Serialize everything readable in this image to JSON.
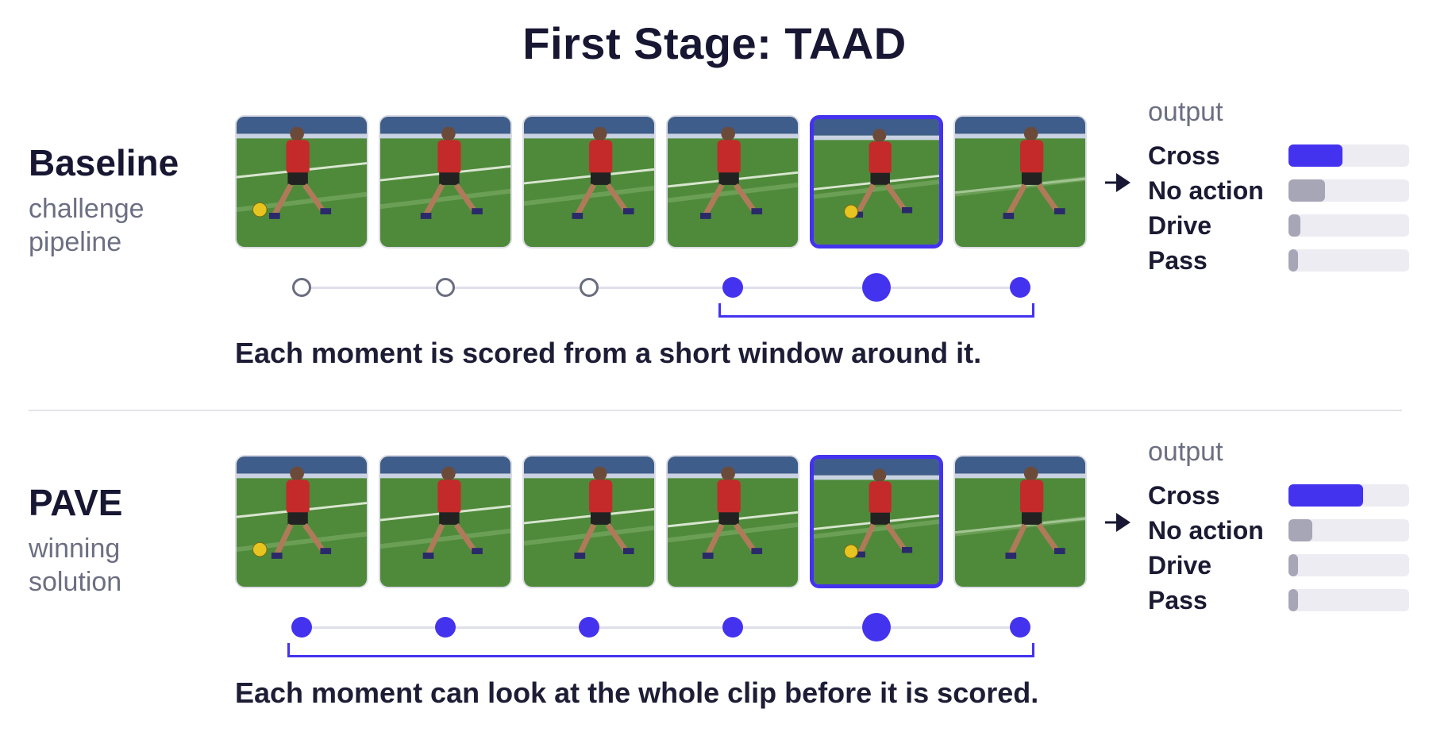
{
  "title": "First Stage: TAAD",
  "colors": {
    "accent": "#4433ee",
    "gray_bar": "#a7a6b6",
    "track": "#ececf2",
    "open_dot": "#6a6d80"
  },
  "sections": [
    {
      "name": "Baseline",
      "subtitle_lines": [
        "challenge",
        "pipeline"
      ],
      "frames": [
        "frame-1",
        "frame-2",
        "frame-3",
        "frame-4",
        "frame-5",
        "frame-6"
      ],
      "selected_frame": 4,
      "dots": [
        "open",
        "open",
        "open",
        "filled",
        "filled-large",
        "filled"
      ],
      "bracket_range": [
        3,
        5
      ],
      "caption": "Each moment is scored from a short window around it.",
      "output_heading": "output",
      "outputs": [
        {
          "label": "Cross",
          "value": 0.45,
          "color": "accent"
        },
        {
          "label": "No action",
          "value": 0.3,
          "color": "gray"
        },
        {
          "label": "Drive",
          "value": 0.1,
          "color": "gray"
        },
        {
          "label": "Pass",
          "value": 0.08,
          "color": "gray"
        }
      ]
    },
    {
      "name": "PAVE",
      "subtitle_lines": [
        "winning",
        "solution"
      ],
      "frames": [
        "frame-1",
        "frame-2",
        "frame-3",
        "frame-4",
        "frame-5",
        "frame-6"
      ],
      "selected_frame": 4,
      "dots": [
        "filled",
        "filled",
        "filled",
        "filled",
        "filled-large",
        "filled"
      ],
      "bracket_range": [
        0,
        5
      ],
      "caption": "Each moment can look at the whole clip before it is scored.",
      "output_heading": "output",
      "outputs": [
        {
          "label": "Cross",
          "value": 0.62,
          "color": "accent"
        },
        {
          "label": "No action",
          "value": 0.2,
          "color": "gray"
        },
        {
          "label": "Drive",
          "value": 0.07,
          "color": "gray"
        },
        {
          "label": "Pass",
          "value": 0.05,
          "color": "gray"
        }
      ]
    }
  ]
}
